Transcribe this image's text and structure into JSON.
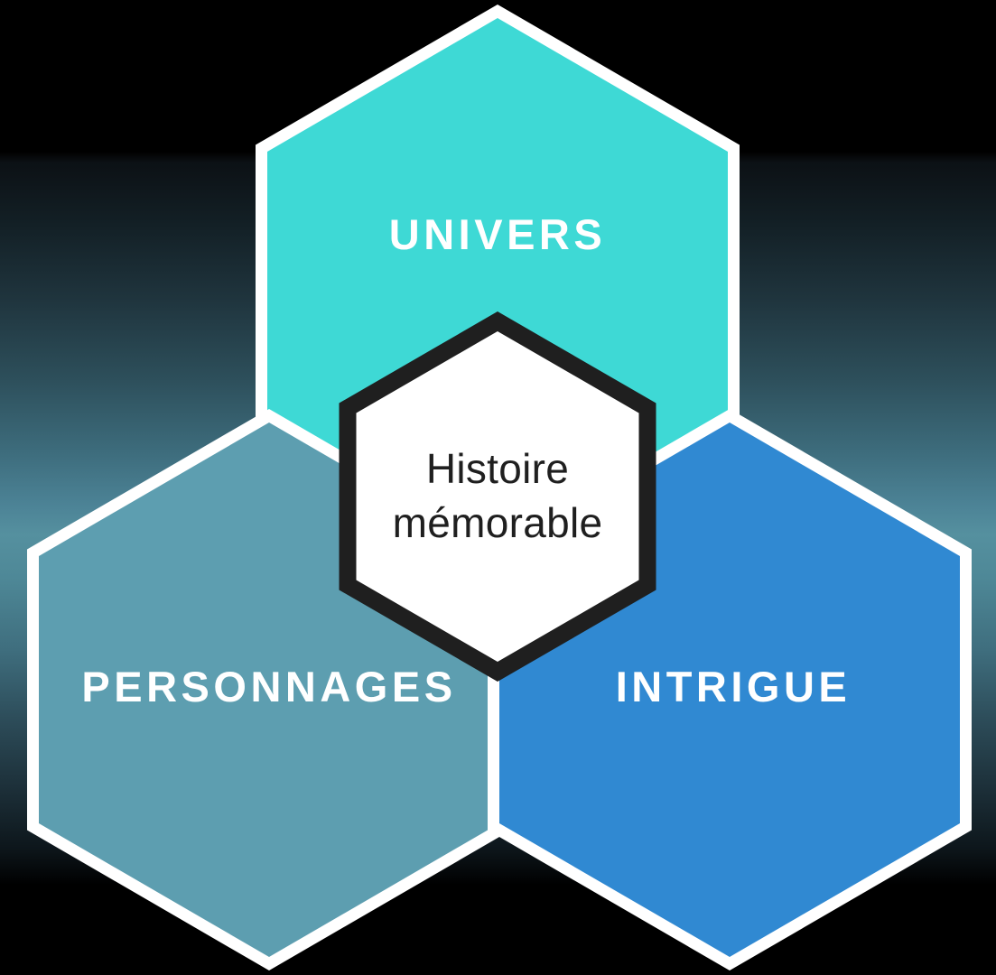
{
  "diagram": {
    "type": "hexagon-cluster",
    "title": "Histoire mémorable",
    "language": "fr",
    "background": {
      "kind": "vertical-gradient",
      "top_color": "#000000",
      "mid_color": "#55909f",
      "bottom_color": "#000000"
    },
    "center": {
      "label_line_1": "Histoire",
      "label_line_2": "mémorable",
      "fill_color": "#ffffff",
      "border_color": "#1f1f1f",
      "text_color": "#1f1f1f"
    },
    "petals": [
      {
        "id": "univers",
        "label": "UNIVERS",
        "position": "top",
        "fill_color": "#3ed9d5",
        "border_color": "#ffffff",
        "text_color": "#ffffff"
      },
      {
        "id": "personnages",
        "label": "PERSONNAGES",
        "position": "bottom-left",
        "fill_color": "#5d9eb0",
        "border_color": "#ffffff",
        "text_color": "#ffffff"
      },
      {
        "id": "intrigue",
        "label": "INTRIGUE",
        "position": "bottom-right",
        "fill_color": "#3089d2",
        "border_color": "#ffffff",
        "text_color": "#ffffff"
      }
    ]
  }
}
